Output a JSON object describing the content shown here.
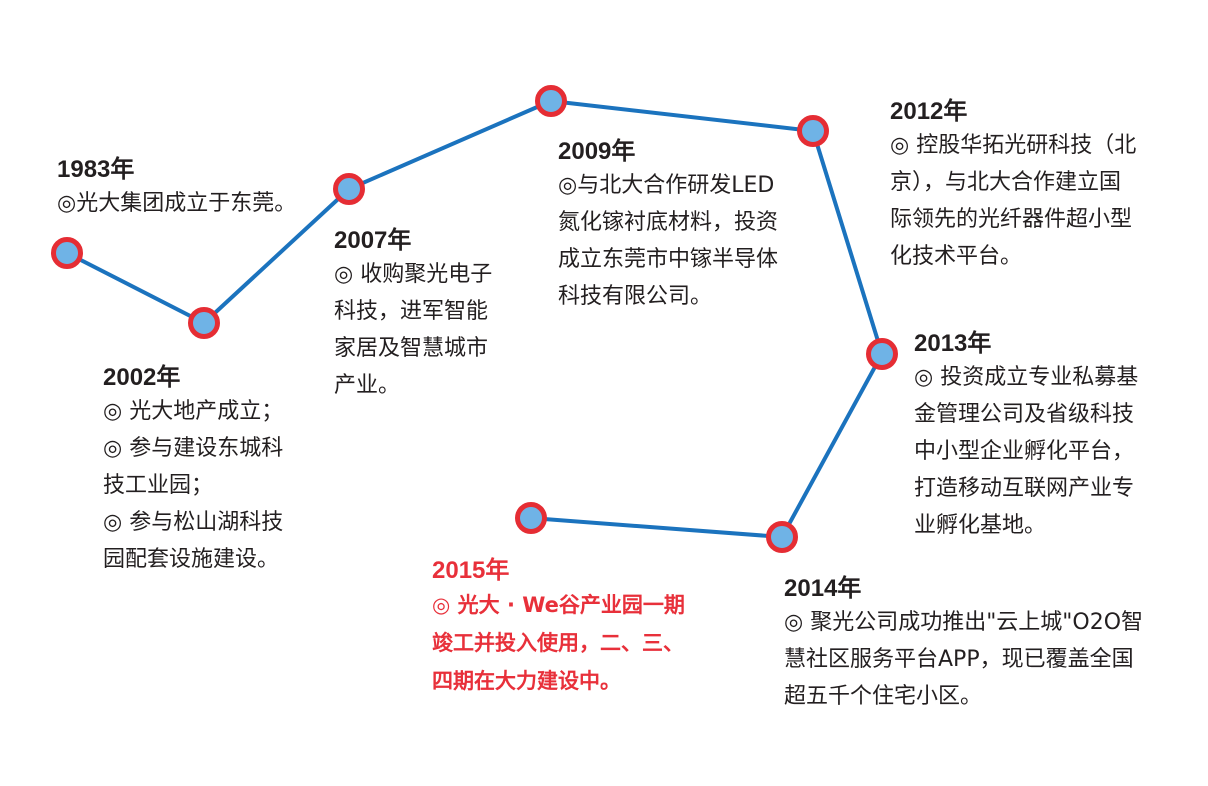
{
  "colors": {
    "line": "#1b73be",
    "node_ring": "#e52d34",
    "node_fill": "#6fb3e6",
    "text": "#231f20",
    "highlight": "#e8303a"
  },
  "events": [
    {
      "year": "1983年",
      "desc": "◎光大集团成立于东莞。"
    },
    {
      "year": "2002年",
      "desc": "◎ 光大地产成立；\n◎ 参与建设东城科\n技工业园；\n◎ 参与松山湖科技\n园配套设施建设。"
    },
    {
      "year": "2007年",
      "desc": "◎ 收购聚光电子\n科技，进军智能\n家居及智慧城市\n产业。"
    },
    {
      "year": "2009年",
      "desc": "◎与北大合作研发LED\n氮化镓衬底材料，投资\n成立东莞市中镓半导体\n科技有限公司。"
    },
    {
      "year": "2012年",
      "desc": "◎ 控股华拓光研科技（北\n京），与北大合作建立国\n际领先的光纤器件超小型\n化技术平台。"
    },
    {
      "year": "2013年",
      "desc": "◎ 投资成立专业私募基\n金管理公司及省级科技\n中小型企业孵化平台，\n打造移动互联网产业专\n业孵化基地。"
    },
    {
      "year": "2014年",
      "desc": "◎ 聚光公司成功推出\"云上城\"O2O智\n慧社区服务平台APP，现已覆盖全国\n超五千个住宅小区。"
    },
    {
      "year": "2015年",
      "desc": "◎ 光大 · We谷产业园一期\n竣工并投入使用，二、三、\n四期在大力建设中。"
    }
  ]
}
